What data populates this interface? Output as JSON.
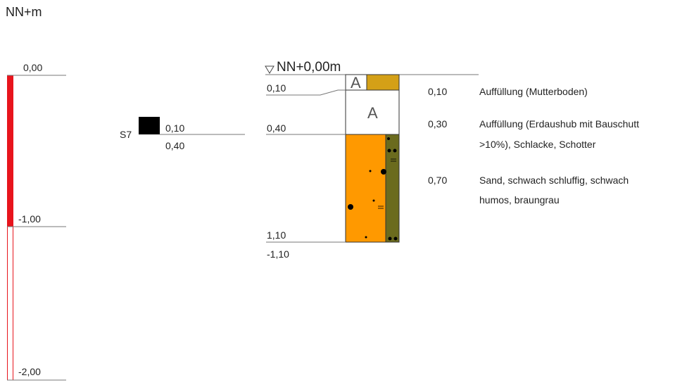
{
  "unit_label": "NN+m",
  "scale": {
    "ticks": [
      {
        "value": 0.0,
        "label": "0,00"
      },
      {
        "value": -1.0,
        "label": "-1,00"
      },
      {
        "value": -2.0,
        "label": "-2,00"
      }
    ],
    "red_fill_to": -1.0,
    "fill_color": "#e8141c",
    "outline_color": "#e8141c"
  },
  "sample": {
    "id": "S7",
    "top_label": "0,10",
    "bottom_label": "0,40",
    "color": "#000000"
  },
  "borehole": {
    "datum_label": "NN+0,00m",
    "depth_labels": [
      "0,10",
      "0,40",
      "1,10"
    ],
    "bottom_elevation_label": "-1,10",
    "layers": [
      {
        "thickness": "0,10",
        "symbol": "A",
        "description": "Auffüllung (Mutterboden)",
        "description_lines": [
          "Auffüllung (Mutterboden)"
        ],
        "color": "#d4a017"
      },
      {
        "thickness": "0,30",
        "symbol": "A",
        "description": "Auffüllung (Erdaushub mit Bauschutt >10%), Schlacke, Schotter",
        "description_lines": [
          "Auffüllung (Erdaushub mit Bauschutt",
          ">10%), Schlacke, Schotter"
        ],
        "color": "#ffffff"
      },
      {
        "thickness": "0,70",
        "symbol": "",
        "description": "Sand, schwach schluffig, schwach humos, braungrau",
        "description_lines": [
          "Sand, schwach schluffig, schwach",
          "humos, braungrau"
        ],
        "color": "#ff9900",
        "side_color": "#6b6b1e"
      }
    ]
  }
}
